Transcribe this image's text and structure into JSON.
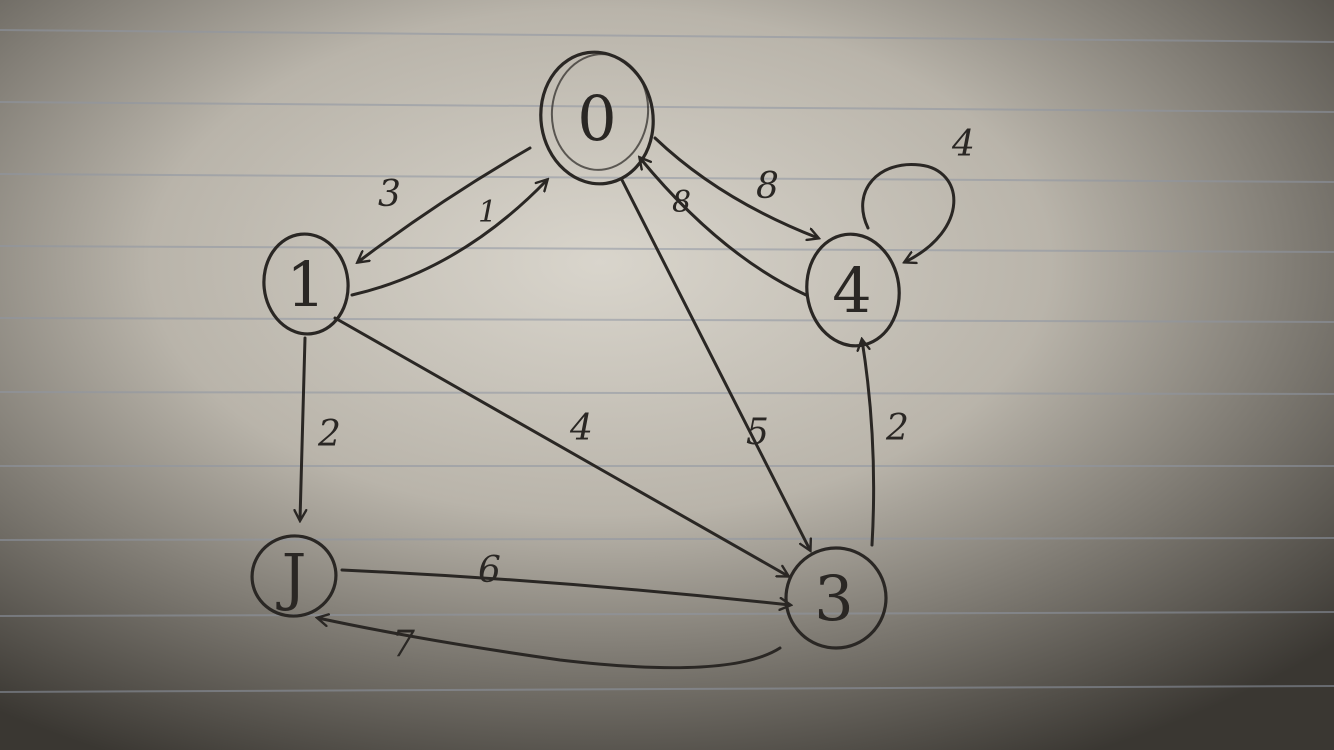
{
  "diagram": {
    "nodes": [
      {
        "id": "n0",
        "label": "0"
      },
      {
        "id": "n1",
        "label": "1"
      },
      {
        "id": "n2",
        "label": "J"
      },
      {
        "id": "n3",
        "label": "3"
      },
      {
        "id": "n4",
        "label": "4"
      }
    ],
    "edges": [
      {
        "from": "n0",
        "to": "n1",
        "weight": "3"
      },
      {
        "from": "n1",
        "to": "n0",
        "weight": "1"
      },
      {
        "from": "n0",
        "to": "n4",
        "weight": "8"
      },
      {
        "from": "n4",
        "to": "n0",
        "weight": "8"
      },
      {
        "from": "n4",
        "to": "n4",
        "weight": "4"
      },
      {
        "from": "n1",
        "to": "n2",
        "weight": "2"
      },
      {
        "from": "n1",
        "to": "n3",
        "weight": "4"
      },
      {
        "from": "n0",
        "to": "n3",
        "weight": "5"
      },
      {
        "from": "n3",
        "to": "n4",
        "weight": "2"
      },
      {
        "from": "n2",
        "to": "n3",
        "weight": "6"
      },
      {
        "from": "n3",
        "to": "n2",
        "weight": "7"
      }
    ]
  },
  "colors": {
    "paper_light": "#d9d5cc",
    "paper_dark": "#3a3732",
    "rule_line": "#8f96a3",
    "ink": "#2a2724"
  }
}
